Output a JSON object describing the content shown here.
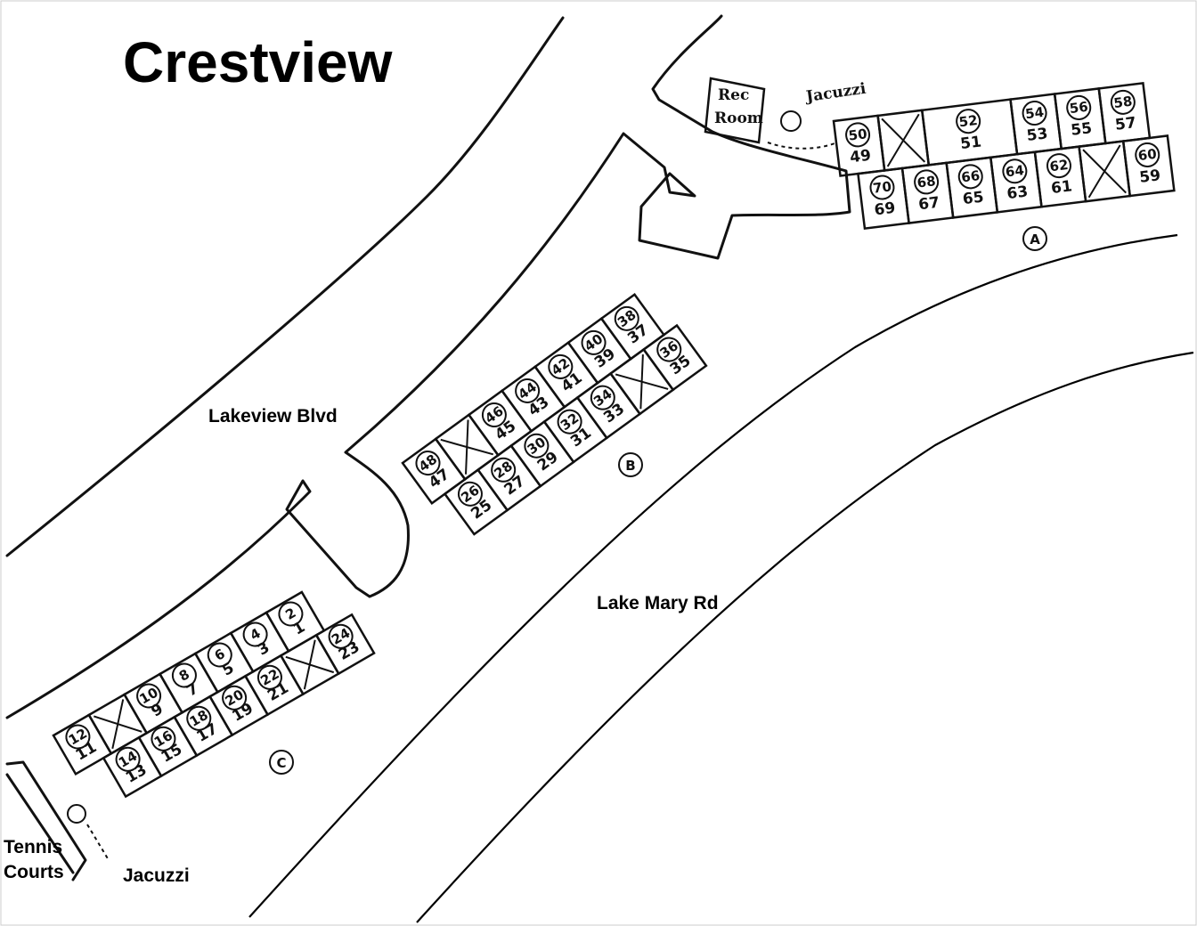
{
  "title": "Crestview",
  "roads": {
    "lakeview": "Lakeview Blvd",
    "lake_mary": "Lake Mary Rd"
  },
  "labels": {
    "rec_room_line1": "Rec",
    "rec_room_line2": "Room",
    "jacuzzi_top": "Jacuzzi",
    "jacuzzi_bottom": "Jacuzzi",
    "tennis_line1": "Tennis",
    "tennis_line2": "Courts"
  },
  "buildings": {
    "A": {
      "label": "A",
      "top_row": [
        {
          "circled": "50",
          "plain": "49"
        },
        {
          "crossed": true
        },
        {
          "circled": "52",
          "plain": "51",
          "wide": true
        },
        {
          "circled": "54",
          "plain": "53"
        },
        {
          "circled": "56",
          "plain": "55"
        },
        {
          "circled": "58",
          "plain": "57"
        }
      ],
      "bottom_row": [
        {
          "circled": "70",
          "plain": "69"
        },
        {
          "circled": "68",
          "plain": "67"
        },
        {
          "circled": "66",
          "plain": "65"
        },
        {
          "circled": "64",
          "plain": "63"
        },
        {
          "circled": "62",
          "plain": "61"
        },
        {
          "crossed": true
        },
        {
          "circled": "60",
          "plain": "59"
        }
      ]
    },
    "B": {
      "label": "B",
      "outer_row": [
        {
          "circled": "48",
          "plain": "47"
        },
        {
          "crossed": true
        },
        {
          "circled": "46",
          "plain": "45"
        },
        {
          "circled": "44",
          "plain": "43"
        },
        {
          "circled": "42",
          "plain": "41"
        },
        {
          "circled": "40",
          "plain": "39"
        },
        {
          "circled": "38",
          "plain": "37"
        }
      ],
      "inner_row": [
        {
          "circled": "26",
          "plain": "25"
        },
        {
          "circled": "28",
          "plain": "27"
        },
        {
          "circled": "30",
          "plain": "29"
        },
        {
          "circled": "32",
          "plain": "31"
        },
        {
          "circled": "34",
          "plain": "33"
        },
        {
          "crossed": true
        },
        {
          "circled": "36",
          "plain": "35"
        }
      ]
    },
    "C": {
      "label": "C",
      "outer_row": [
        {
          "circled": "12",
          "plain": "11"
        },
        {
          "crossed": true
        },
        {
          "circled": "10",
          "plain": "9"
        },
        {
          "circled": "8",
          "plain": "7"
        },
        {
          "circled": "6",
          "plain": "5"
        },
        {
          "circled": "4",
          "plain": "3"
        },
        {
          "circled": "2",
          "plain": "1"
        }
      ],
      "inner_row": [
        {
          "circled": "14",
          "plain": "13"
        },
        {
          "circled": "16",
          "plain": "15"
        },
        {
          "circled": "18",
          "plain": "17"
        },
        {
          "circled": "20",
          "plain": "19"
        },
        {
          "circled": "22",
          "plain": "21"
        },
        {
          "crossed": true
        },
        {
          "circled": "24",
          "plain": "23"
        }
      ]
    }
  }
}
